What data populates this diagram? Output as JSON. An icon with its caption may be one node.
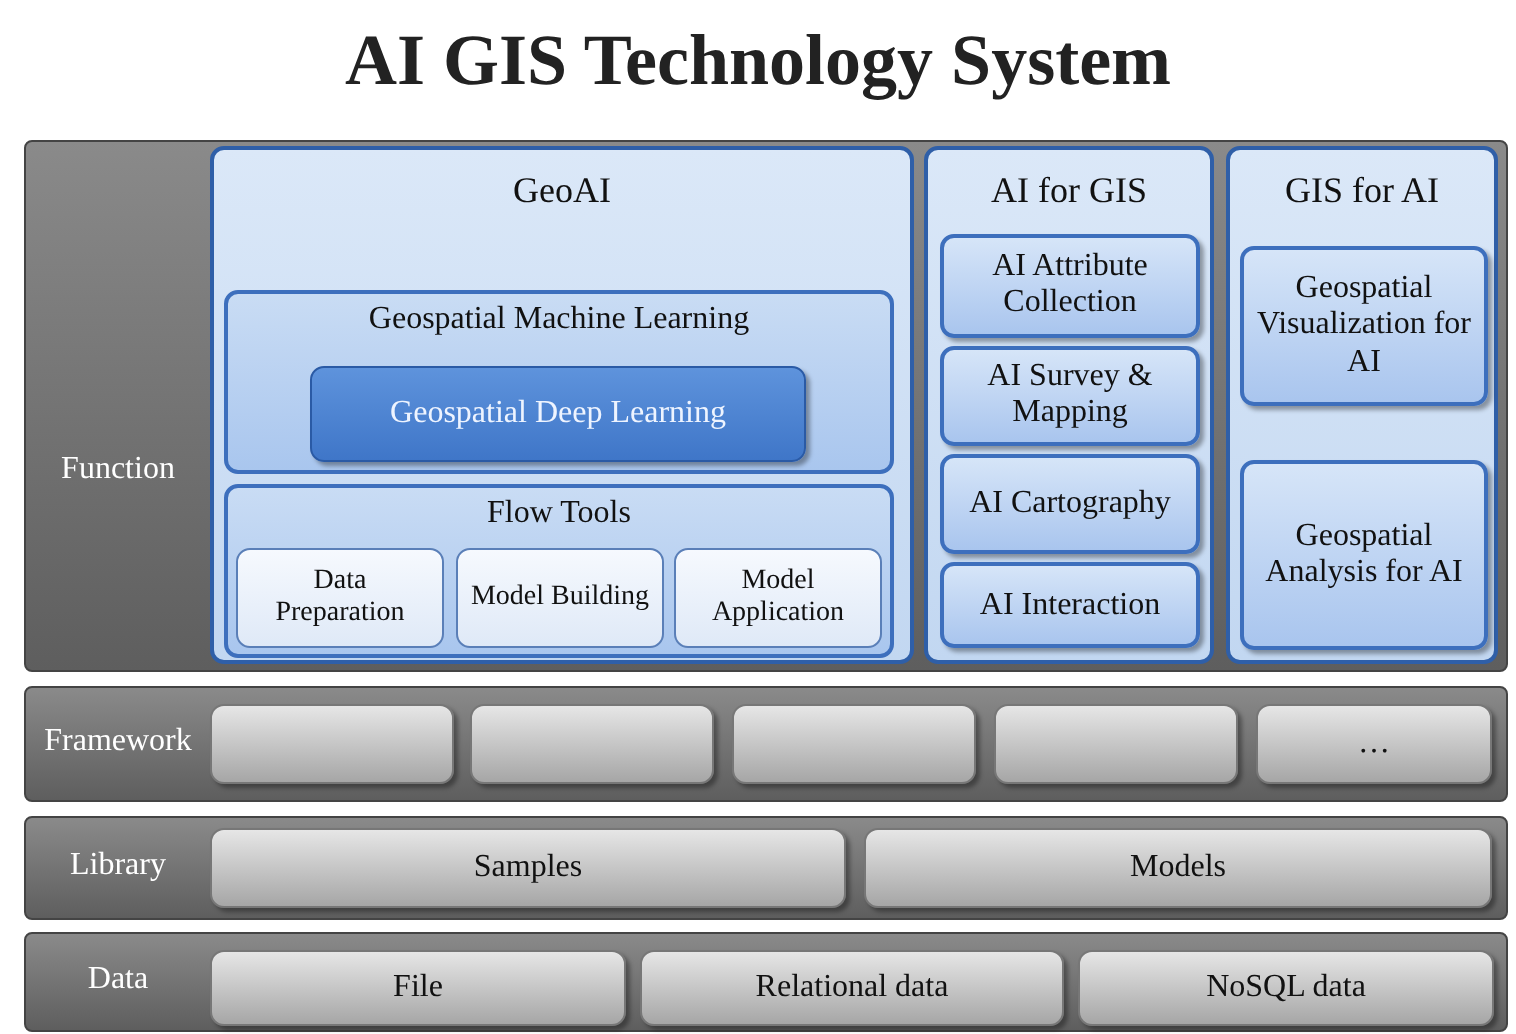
{
  "diagram": {
    "title": "AI GIS Technology System",
    "nodes": [
      {
        "text": [
          "Function"
        ]
      },
      {
        "text": [
          "GeoAI"
        ],
        "in": 0
      },
      {
        "text": [
          "Geospatial Machine Learning"
        ],
        "in": 1
      },
      {
        "text": [
          "Geospatial Deep Learning"
        ],
        "in": 2
      },
      {
        "text": [
          "Flow Tools"
        ],
        "in": 1
      },
      {
        "text": [
          "Data Preparation"
        ],
        "in": 4
      },
      {
        "text": [
          "Model Building"
        ],
        "in": 4
      },
      {
        "text": [
          "Model Application"
        ],
        "in": 4
      },
      {
        "text": [
          "AI for GIS"
        ],
        "in": 0
      },
      {
        "text": [
          "AI Attribute Collection"
        ],
        "in": 8
      },
      {
        "text": [
          "AI Survey & Mapping"
        ],
        "in": 8
      },
      {
        "text": [
          "AI Cartography"
        ],
        "in": 8
      },
      {
        "text": [
          "AI Interaction"
        ],
        "in": 8
      },
      {
        "text": [
          "GIS for AI"
        ],
        "in": 0
      },
      {
        "text": [
          "Geospatial Visualization for AI"
        ],
        "in": 13
      },
      {
        "text": [
          "Geospatial Analysis for AI"
        ],
        "in": 13
      },
      {
        "text": [
          "Framework"
        ]
      },
      {
        "text": [],
        "shape": "box",
        "in": 16
      },
      {
        "text": [],
        "shape": "box",
        "in": 16
      },
      {
        "text": [],
        "shape": "box",
        "in": 16
      },
      {
        "text": [],
        "shape": "box",
        "in": 16
      },
      {
        "text": [
          "…"
        ],
        "in": 16
      },
      {
        "text": [
          "Library"
        ]
      },
      {
        "text": [
          "Samples"
        ],
        "in": 22
      },
      {
        "text": [
          "Models"
        ],
        "in": 22
      },
      {
        "text": [
          "Data"
        ]
      },
      {
        "text": [
          "File"
        ],
        "in": 25
      },
      {
        "text": [
          "Relational data"
        ],
        "in": 25
      },
      {
        "text": [
          "NoSQL data"
        ],
        "in": 25
      }
    ]
  }
}
